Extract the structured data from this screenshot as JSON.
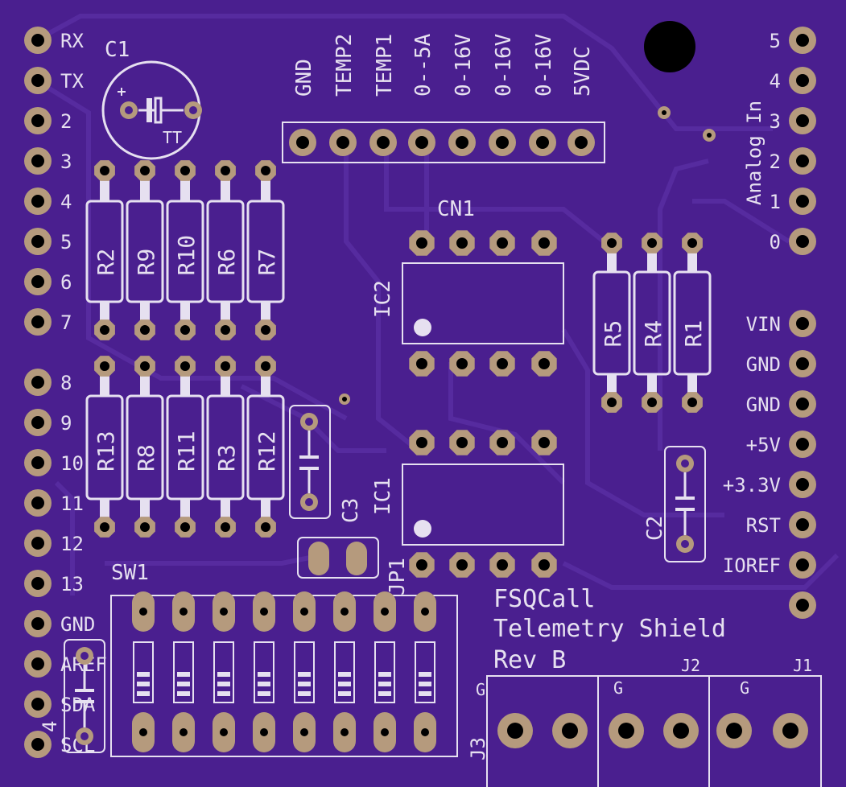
{
  "left_header": {
    "labels": [
      "RX",
      "TX",
      "2",
      "3",
      "4",
      "5",
      "6",
      "7",
      "8",
      "9",
      "10",
      "11",
      "12",
      "13",
      "GND",
      "AREF",
      "SDA",
      "SCL"
    ]
  },
  "right_header": {
    "analog_labels": [
      "5",
      "4",
      "3",
      "2",
      "1",
      "0"
    ],
    "analog_title": "Analog In",
    "power_labels": [
      "VIN",
      "GND",
      "GND",
      "+5V",
      "+3.3V",
      "RST",
      "IOREF",
      ""
    ]
  },
  "sensor_header": {
    "labels": [
      "GND",
      "TEMP2",
      "TEMP1",
      "0--5A",
      "0-16V",
      "0-16V",
      "0-16V",
      "5VDC"
    ]
  },
  "components": {
    "c1": "C1",
    "c1_tt": "TT",
    "cn1": "CN1",
    "ic2": "IC2",
    "ic1": "IC1",
    "c2": "C2",
    "c3": "C3",
    "jp1": "JP1",
    "sw1": "SW1",
    "j1": "J1",
    "j2": "J2",
    "j3": "J3",
    "g_labels": [
      "G",
      "G",
      "G"
    ],
    "corner_num": "4",
    "resistors_top": [
      "R2",
      "R9",
      "R10",
      "R6",
      "R7"
    ],
    "resistors_bottom": [
      "R13",
      "R8",
      "R11",
      "R3",
      "R12"
    ],
    "resistors_right": [
      "R5",
      "R4",
      "R1"
    ]
  },
  "title_block": {
    "line1": "FSQCall",
    "line2": "Telemetry Shield",
    "line3": "Rev B"
  },
  "colors": {
    "board": "#4a1f8f",
    "copper": "#b59a7d",
    "silk": "#e6e0f0"
  }
}
